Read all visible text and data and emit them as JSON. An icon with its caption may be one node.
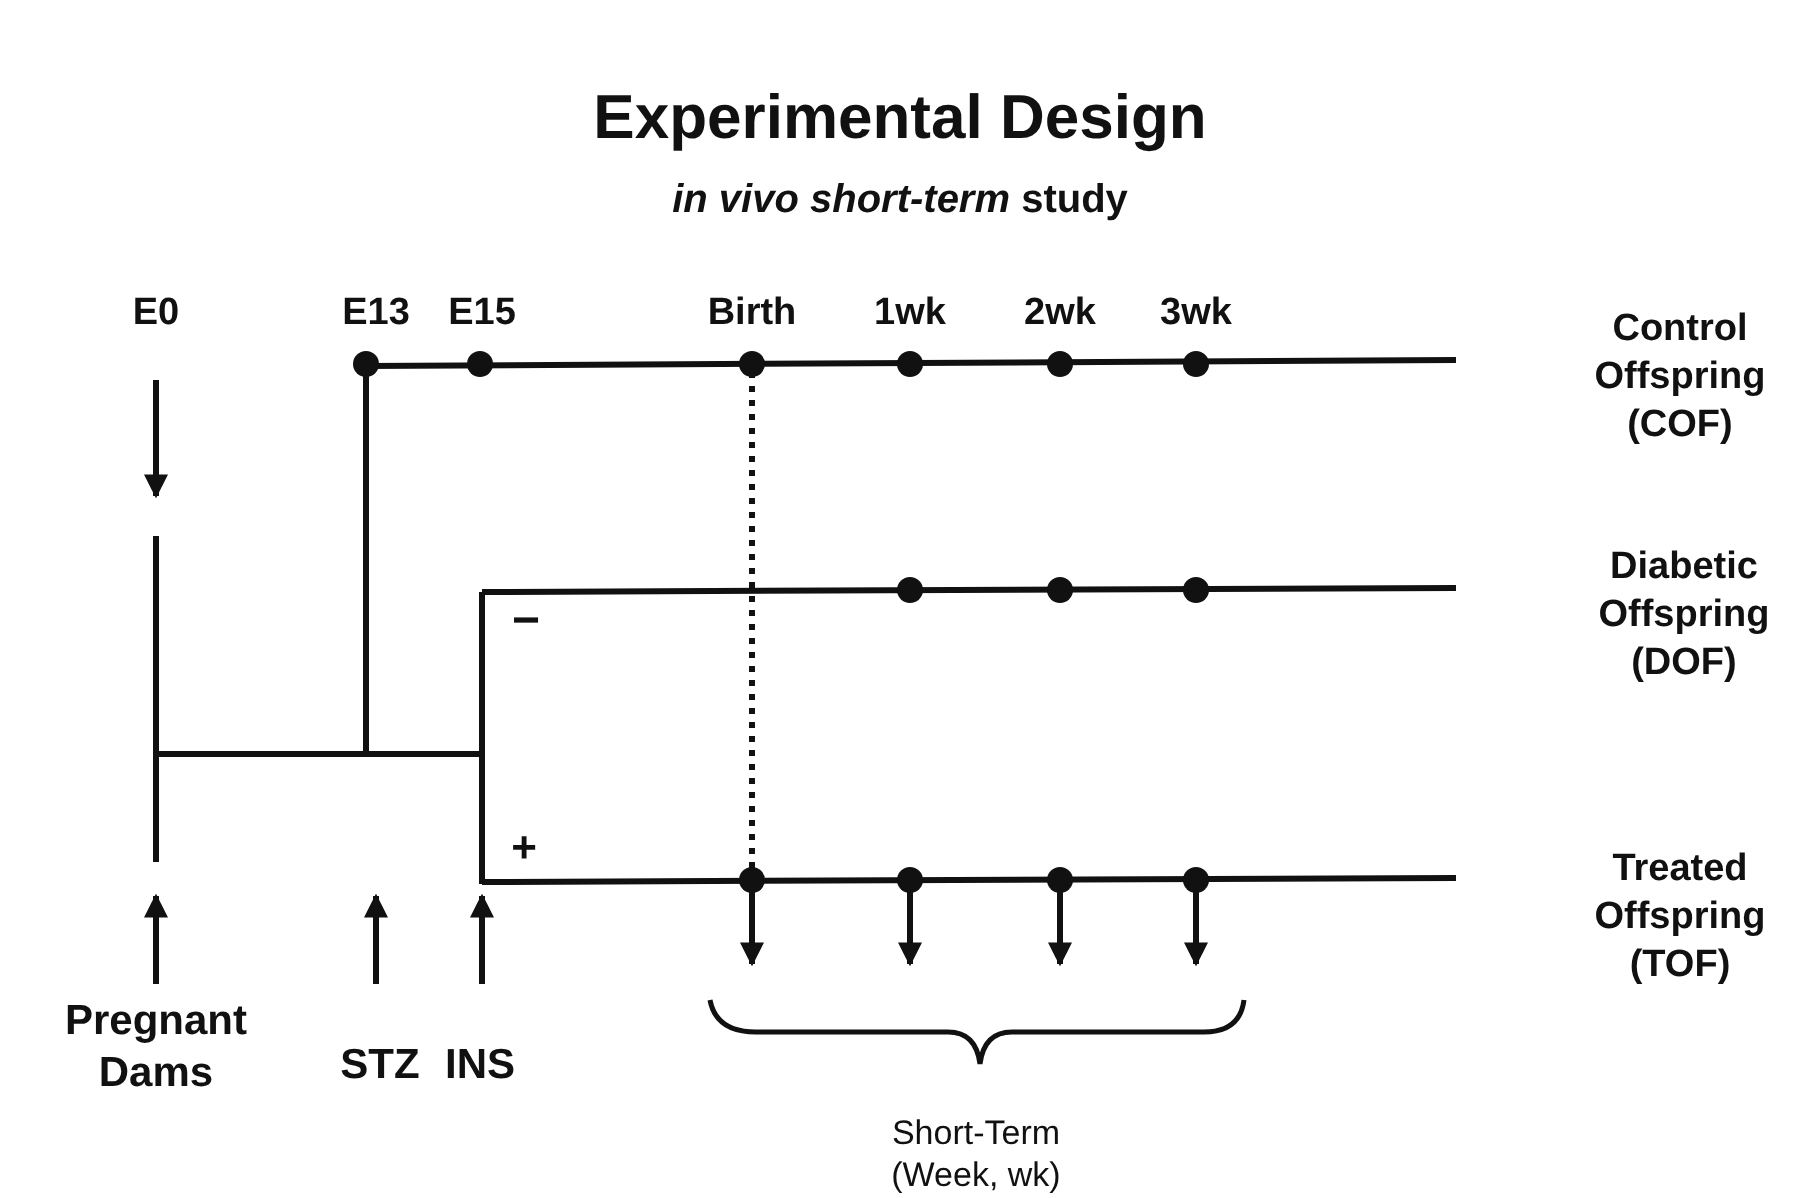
{
  "diagram": {
    "title": "Experimental Design",
    "caption": "*in vivo short-term* study",
    "labels": [
      "E0",
      "E13",
      "E15",
      "Birth",
      "1wk",
      "2wk",
      "3wk",
      "Control Offspring (COF)",
      "−",
      "Diabetic Offspring (DOF)",
      "+",
      "Treated Offspring (TOF)",
      "Pregnant Dams",
      "STZ",
      "INS",
      "Short-Term (Week, wk)"
    ]
  }
}
